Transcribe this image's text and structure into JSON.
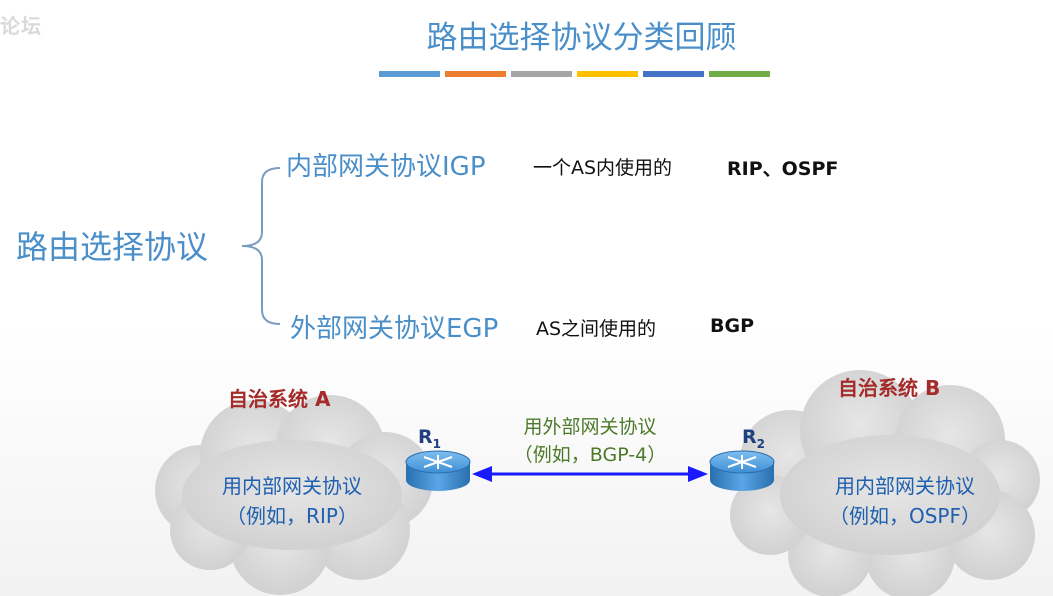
{
  "watermark": "论坛",
  "title": "路由选择协议分类回顾",
  "title_bar_colors": [
    "#5b9bd5",
    "#ed7d31",
    "#a5a5a5",
    "#ffc000",
    "#4472c4",
    "#70ad47"
  ],
  "root": "路由选择协议",
  "igp": {
    "label": "内部网关协议IGP",
    "desc": "一个AS内使用的",
    "examples": "RIP、OSPF"
  },
  "egp": {
    "label": "外部网关协议EGP",
    "desc": "AS之间使用的",
    "examples": "BGP"
  },
  "as_a": {
    "title": "自治系统 A",
    "line1": "用内部网关协议",
    "line2": "（例如，RIP）"
  },
  "as_b": {
    "title": "自治系统 B",
    "line1": "用内部网关协议",
    "line2": "（例如，OSPF）"
  },
  "link": {
    "line1": "用外部网关协议",
    "line2": "（例如，BGP-4）"
  },
  "router1": {
    "letter": "R",
    "sub": "1"
  },
  "router2": {
    "letter": "R",
    "sub": "2"
  },
  "colors": {
    "heading": "#4a8fc9",
    "as_title": "#a52a2a",
    "cloud_text": "#1f5fb0",
    "link_text": "#4c7a2a",
    "arrow": "#1a1aff"
  }
}
